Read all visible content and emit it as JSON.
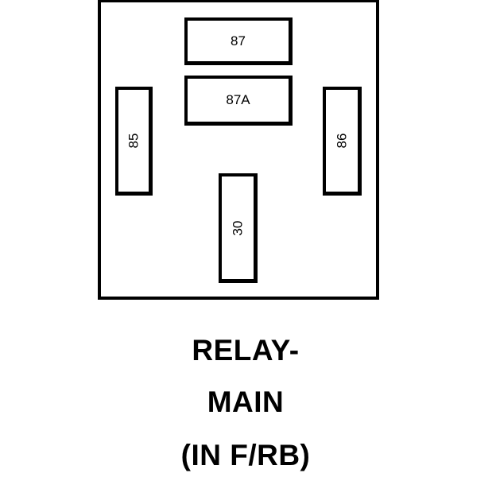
{
  "relay": {
    "pins": {
      "p87": "87",
      "p87a": "87A",
      "p85": "85",
      "p86": "86",
      "p30": "30"
    }
  },
  "caption": {
    "line1": "RELAY-",
    "line2": "MAIN",
    "line3": "(IN F/RB)"
  }
}
